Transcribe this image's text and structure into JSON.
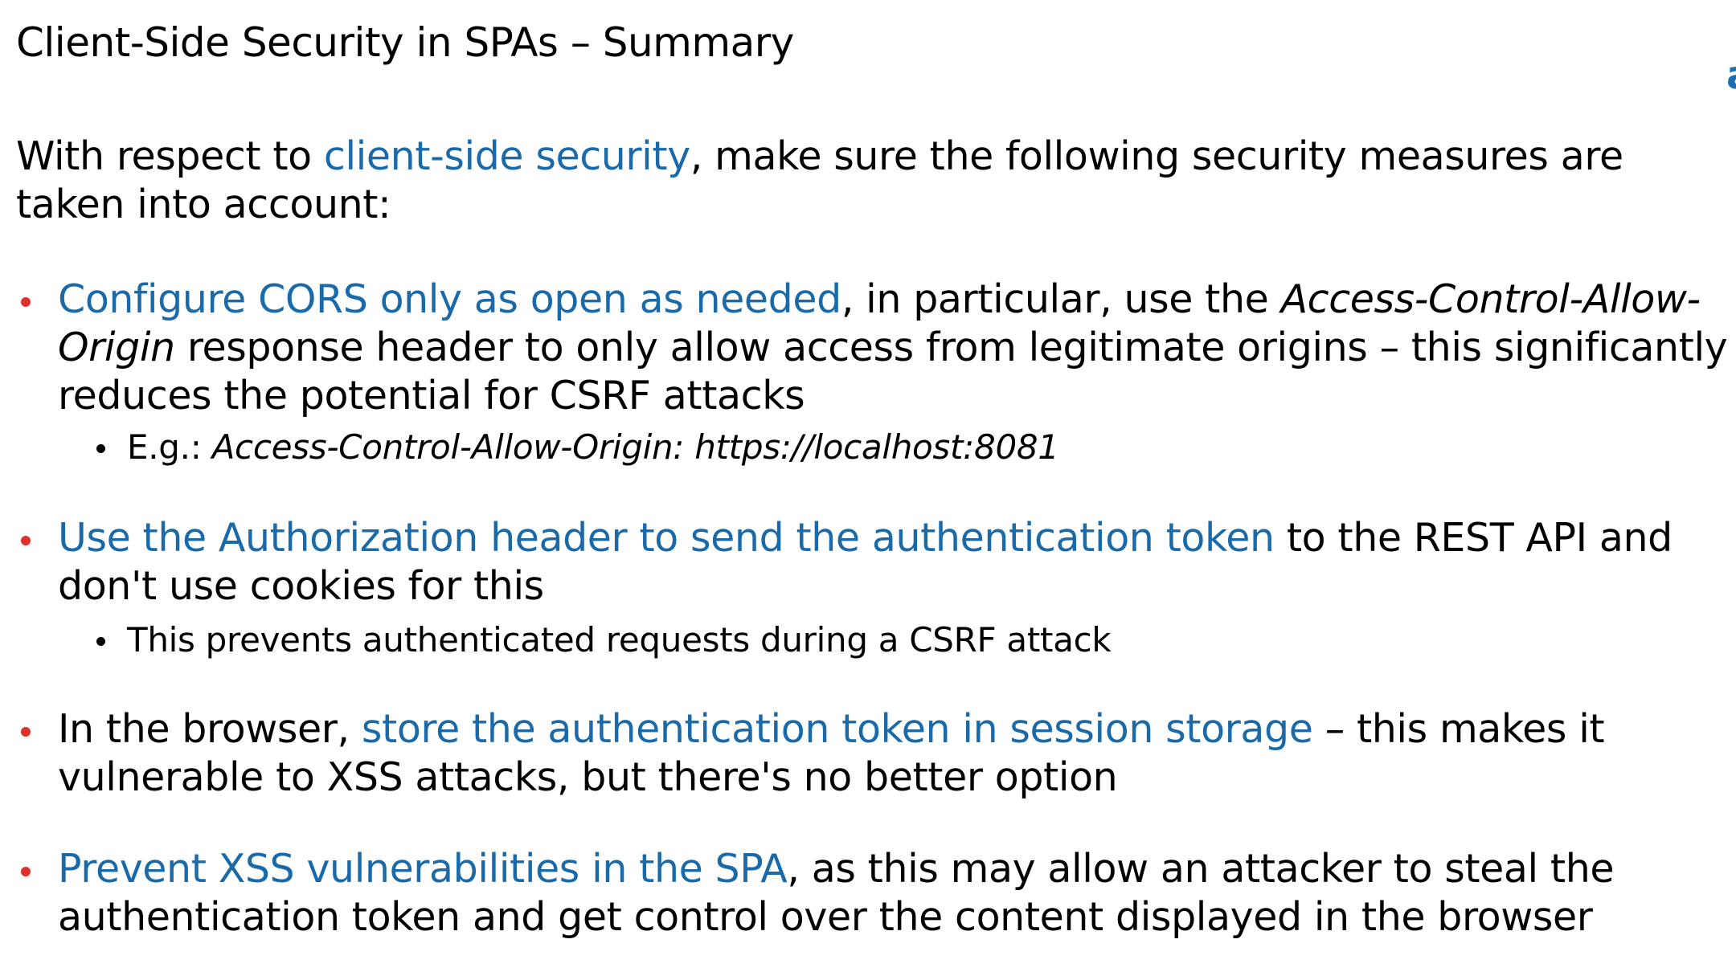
{
  "slide": {
    "title": "Client-Side Security in SPAs – Summary",
    "edge_fragment": "a",
    "intro": {
      "pre": "With respect to ",
      "highlight": "client-side security",
      "post": ", make sure the following security measures are taken into account:"
    },
    "bullets": [
      {
        "highlight": "Configure CORS only as open as needed",
        "text_1": ", in particular, use the ",
        "italic": "Access-Control-Allow-Origin",
        "text_2": " response header to only allow access from legitimate origins – this significantly reduces the potential for CSRF attacks",
        "sub": {
          "prefix": "E.g.: ",
          "italic": "Access-Control-Allow-Origin: https://localhost:8081"
        }
      },
      {
        "highlight": "Use the Authorization header to send the authentication token",
        "text_1": " to the REST API and don't use cookies for this",
        "sub": {
          "text": "This prevents authenticated requests during a CSRF attack"
        }
      },
      {
        "pre": "In the browser, ",
        "highlight": "store the authentication token in session storage",
        "text_1": " – this makes it vulnerable to XSS attacks, but there's no better option"
      },
      {
        "highlight": "Prevent XSS vulnerabilities in the SPA",
        "text_1": ", as this may allow an attacker to steal the authentication token and get control over the content displayed in the browser"
      }
    ]
  },
  "colors": {
    "highlight": "#1a6aaa",
    "bullet_dot": "#e0302a",
    "text": "#000000"
  }
}
